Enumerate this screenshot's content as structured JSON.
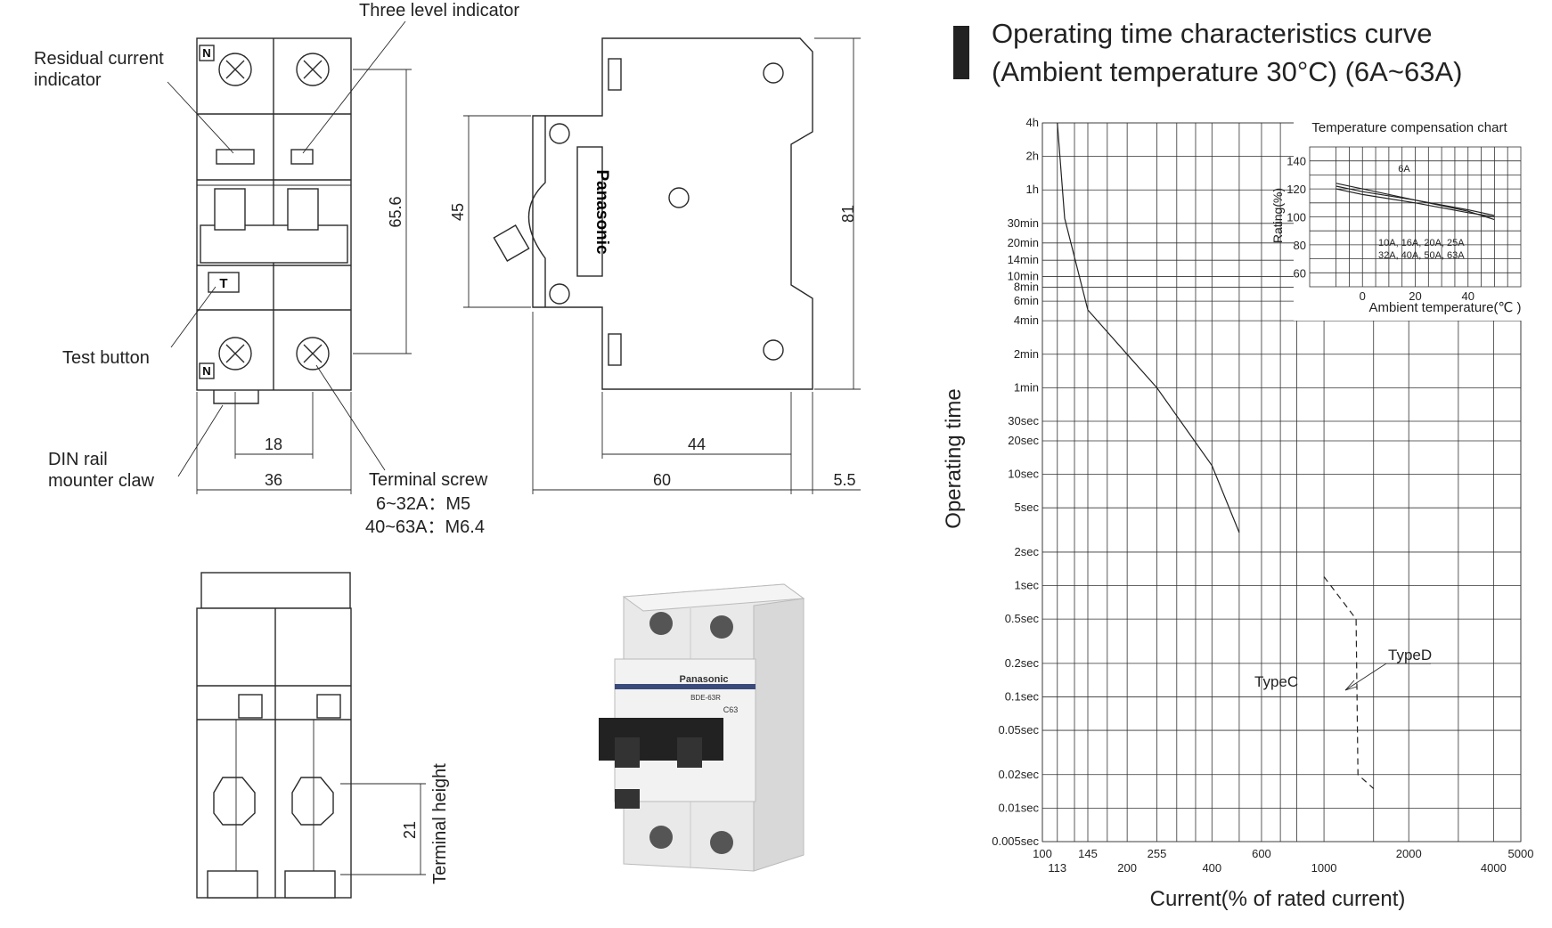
{
  "labels": {
    "three_level_indicator": "Three level indicator",
    "residual_current_indicator_1": "Residual current",
    "residual_current_indicator_2": "indicator",
    "test_button": "Test button",
    "din_rail_1": "DIN rail",
    "din_rail_2": "mounter claw",
    "terminal_screw": "Terminal screw",
    "terminal_screw_spec_1": "6~32A：M5",
    "terminal_screw_spec_2": "40~63A：M6.4",
    "terminal_height": "Terminal height",
    "n_mark": "N",
    "t_mark": "T",
    "brand": "Panasonic",
    "product_brand": "Panasonic",
    "product_model": "BDE-63R",
    "product_rating": "C63"
  },
  "dimensions": {
    "d18": "18",
    "d36": "36",
    "d44": "44",
    "d60": "60",
    "d5_5": "5.5",
    "d45": "45",
    "d65_6": "65.6",
    "d81": "81",
    "d21": "21"
  },
  "chart_data": {
    "type": "line",
    "title_line1": "Operating time characteristics curve",
    "title_line2": "(Ambient temperature 30°C) (6A~63A)",
    "xlabel": "Current(% of rated current)",
    "ylabel": "Operating time",
    "x_scale": "log",
    "x_ticks": [
      "100",
      "113",
      "145",
      "200",
      "255",
      "400",
      "600",
      "1000",
      "2000",
      "4000",
      "5000"
    ],
    "y_ticks": [
      "4h",
      "2h",
      "1h",
      "30min",
      "20min",
      "14min",
      "10min",
      "8min",
      "6min",
      "4min",
      "2min",
      "1min",
      "30sec",
      "20sec",
      "10sec",
      "5sec",
      "2sec",
      "1sec",
      "0.5sec",
      "0.2sec",
      "0.1sec",
      "0.05sec",
      "0.02sec",
      "0.01sec",
      "0.005sec"
    ],
    "series": [
      {
        "name": "TypeC",
        "style": "solid",
        "points": [
          [
            113,
            14400
          ],
          [
            120,
            2000
          ],
          [
            145,
            300
          ],
          [
            200,
            120
          ],
          [
            255,
            60
          ],
          [
            400,
            12
          ],
          [
            500,
            3
          ]
        ]
      },
      {
        "name": "TypeD",
        "style": "dashed",
        "points": [
          [
            1000,
            1.2
          ],
          [
            1300,
            0.5
          ],
          [
            1320,
            0.02
          ],
          [
            1500,
            0.015
          ]
        ]
      }
    ],
    "annotations": [
      "TypeC",
      "TypeD"
    ],
    "inset": {
      "type": "line",
      "title": "Temperature compensation chart",
      "xlabel": "Ambient temperature(℃ )",
      "ylabel": "Rating(%)",
      "x_ticks": [
        "0",
        "20",
        "40"
      ],
      "y_ticks": [
        "140",
        "120",
        "100",
        "80",
        "60"
      ],
      "series": [
        {
          "name": "6A",
          "points": [
            [
              -10,
              124
            ],
            [
              0,
              120
            ],
            [
              20,
              112
            ],
            [
              40,
              104
            ],
            [
              50,
              98
            ]
          ]
        },
        {
          "name": "10A, 16A, 20A, 25A",
          "points": [
            [
              -10,
              122
            ],
            [
              0,
              118
            ],
            [
              20,
              112
            ],
            [
              40,
              105
            ],
            [
              50,
              101
            ]
          ]
        },
        {
          "name": "32A, 40A, 50A, 63A",
          "points": [
            [
              -10,
              120
            ],
            [
              0,
              116
            ],
            [
              20,
              110
            ],
            [
              40,
              103
            ],
            [
              50,
              100
            ]
          ]
        }
      ],
      "legend_line1": "10A, 16A, 20A, 25A",
      "legend_line2": "32A, 40A, 50A, 63A",
      "legend_6a": "6A"
    }
  }
}
